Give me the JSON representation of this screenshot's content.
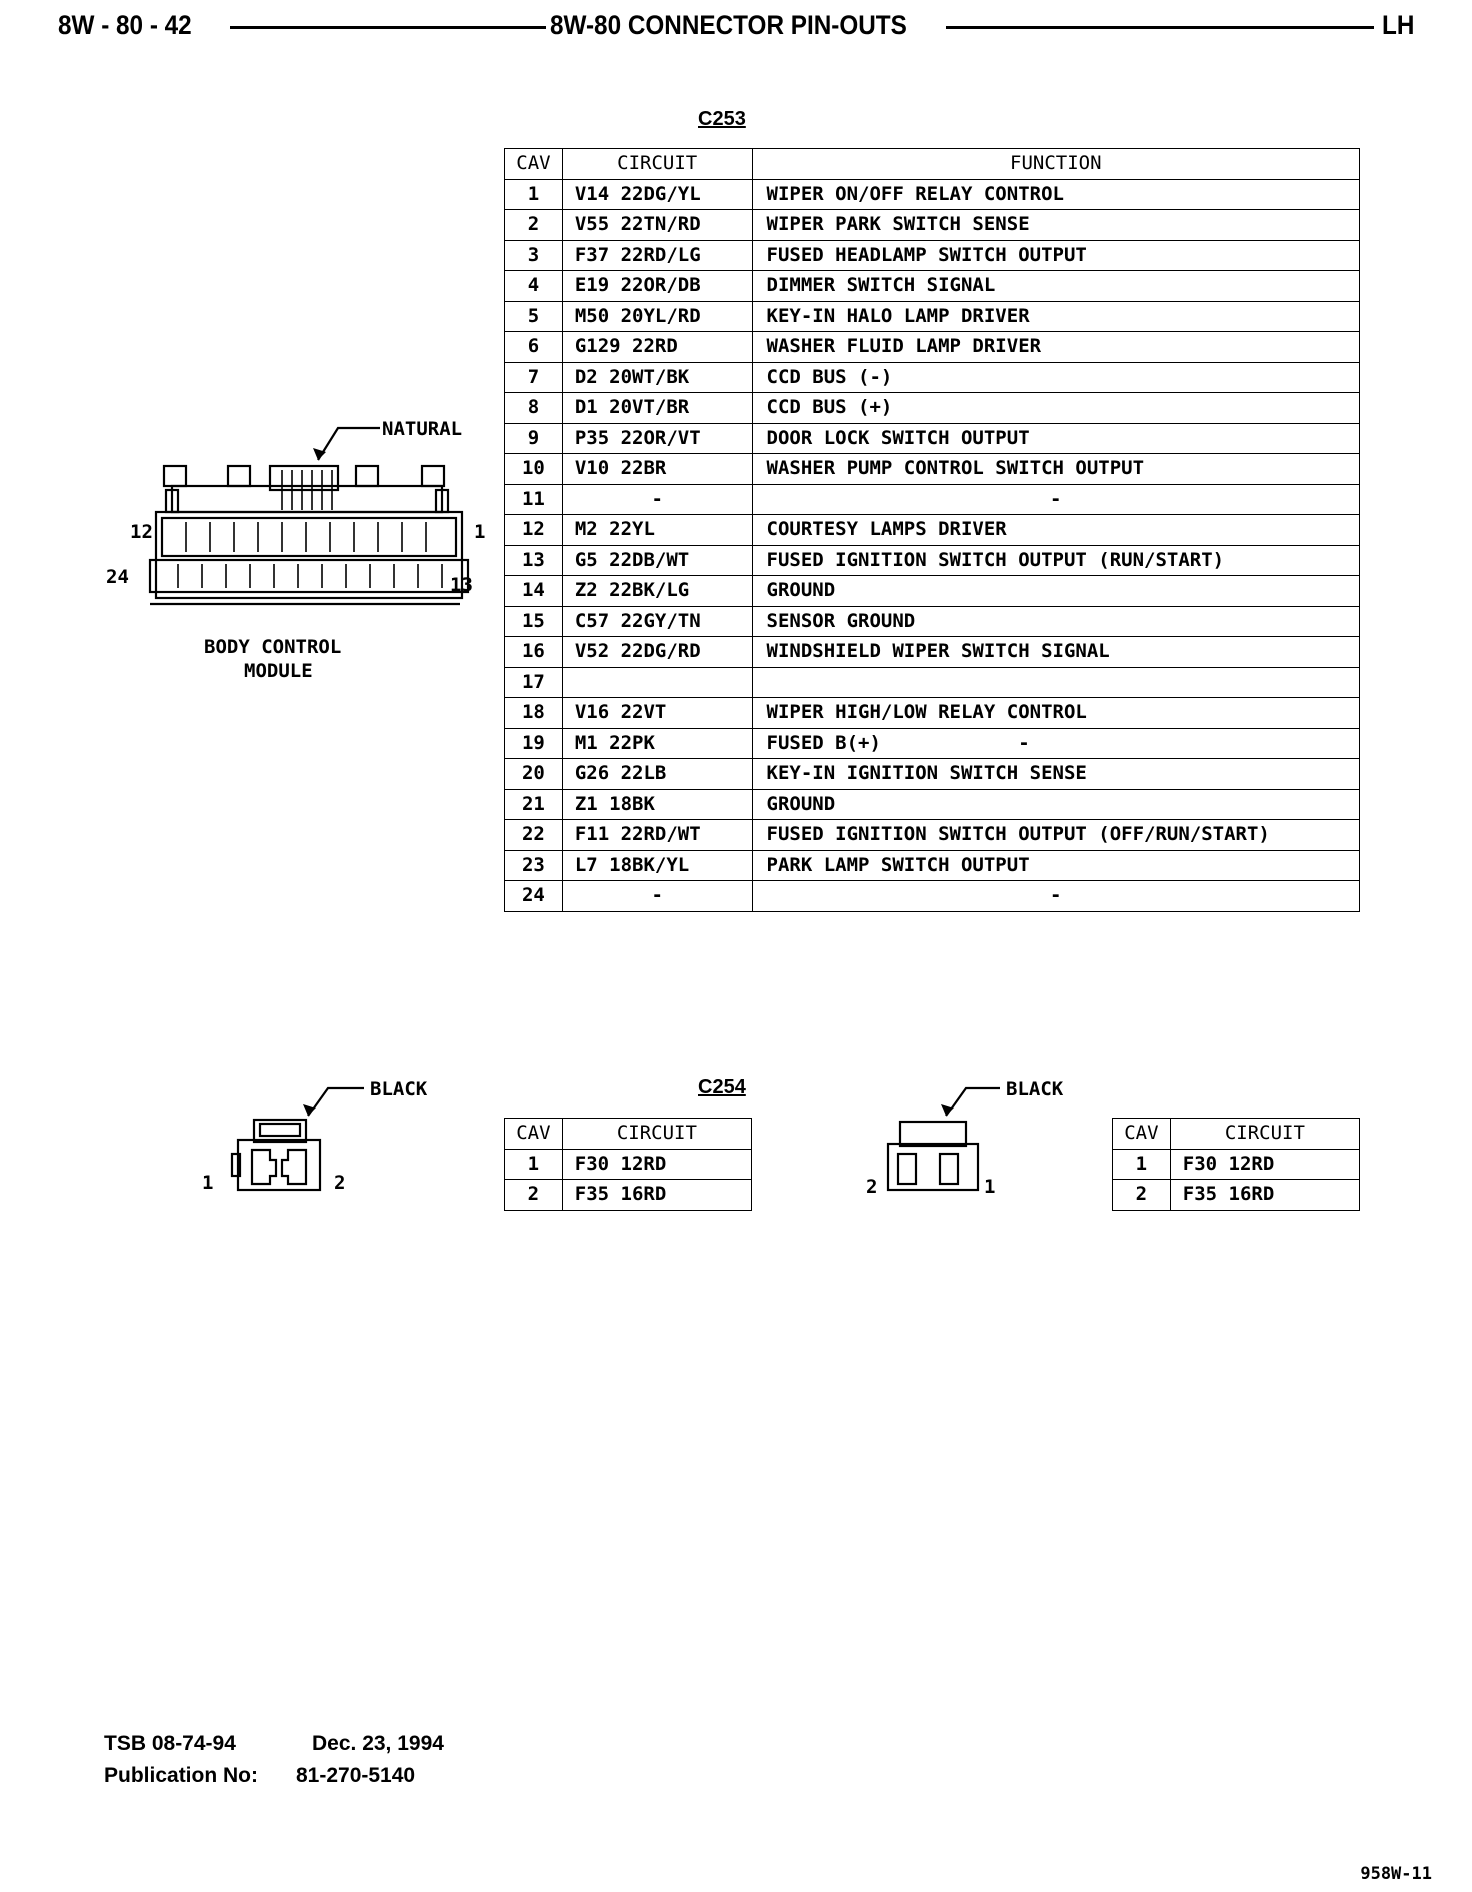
{
  "header": {
    "left": "8W - 80 - 42",
    "center": "8W-80 CONNECTOR PIN-OUTS",
    "right": "LH"
  },
  "c253": {
    "title": "C253",
    "columns": [
      "CAV",
      "CIRCUIT",
      "FUNCTION"
    ],
    "rows": [
      {
        "cav": "1",
        "circuit": "V14 22DG/YL",
        "function": "WIPER ON/OFF RELAY CONTROL"
      },
      {
        "cav": "2",
        "circuit": "V55 22TN/RD",
        "function": "WIPER PARK SWITCH SENSE"
      },
      {
        "cav": "3",
        "circuit": "F37 22RD/LG",
        "function": "FUSED HEADLAMP SWITCH OUTPUT"
      },
      {
        "cav": "4",
        "circuit": "E19 22OR/DB",
        "function": "DIMMER SWITCH SIGNAL"
      },
      {
        "cav": "5",
        "circuit": "M50 20YL/RD",
        "function": "KEY-IN HALO LAMP DRIVER"
      },
      {
        "cav": "6",
        "circuit": "G129 22RD",
        "function": "WASHER FLUID LAMP DRIVER"
      },
      {
        "cav": "7",
        "circuit": "D2 20WT/BK",
        "function": "CCD BUS (-)"
      },
      {
        "cav": "8",
        "circuit": "D1 20VT/BR",
        "function": "CCD BUS (+)"
      },
      {
        "cav": "9",
        "circuit": "P35 22OR/VT",
        "function": "DOOR LOCK SWITCH OUTPUT"
      },
      {
        "cav": "10",
        "circuit": "V10 22BR",
        "function": "WASHER PUMP CONTROL SWITCH OUTPUT"
      },
      {
        "cav": "11",
        "circuit": "-",
        "function": "-"
      },
      {
        "cav": "12",
        "circuit": "M2 22YL",
        "function": "COURTESY LAMPS DRIVER"
      },
      {
        "cav": "13",
        "circuit": "G5 22DB/WT",
        "function": "FUSED IGNITION SWITCH OUTPUT (RUN/START)"
      },
      {
        "cav": "14",
        "circuit": "Z2 22BK/LG",
        "function": "GROUND"
      },
      {
        "cav": "15",
        "circuit": "C57 22GY/TN",
        "function": "SENSOR GROUND"
      },
      {
        "cav": "16",
        "circuit": "V52 22DG/RD",
        "function": "WINDSHIELD WIPER SWITCH SIGNAL"
      },
      {
        "cav": "17",
        "circuit": "",
        "function": ""
      },
      {
        "cav": "18",
        "circuit": "V16 22VT",
        "function": "WIPER HIGH/LOW RELAY CONTROL"
      },
      {
        "cav": "19",
        "circuit": "M1 22PK",
        "function": "FUSED B(+)            -"
      },
      {
        "cav": "20",
        "circuit": "G26 22LB",
        "function": "KEY-IN IGNITION SWITCH SENSE"
      },
      {
        "cav": "21",
        "circuit": "Z1 18BK",
        "function": "GROUND"
      },
      {
        "cav": "22",
        "circuit": "F11 22RD/WT",
        "function": "FUSED IGNITION SWITCH OUTPUT (OFF/RUN/START)"
      },
      {
        "cav": "23",
        "circuit": "L7 18BK/YL",
        "function": "PARK LAMP SWITCH OUTPUT"
      },
      {
        "cav": "24",
        "circuit": "-",
        "function": "-"
      }
    ]
  },
  "bcm": {
    "natural_label": "NATURAL",
    "pin_12": "12",
    "pin_1": "1",
    "pin_24": "24",
    "pin_13": "13",
    "caption_line1": "BODY CONTROL",
    "caption_line2": "MODULE"
  },
  "c254": {
    "title": "C254",
    "left_connector": {
      "color_label": "BLACK",
      "pin_left": "1",
      "pin_right": "2"
    },
    "right_connector": {
      "color_label": "BLACK",
      "pin_left": "2",
      "pin_right": "1"
    },
    "columns": [
      "CAV",
      "CIRCUIT"
    ],
    "left_rows": [
      {
        "cav": "1",
        "circuit": "F30 12RD"
      },
      {
        "cav": "2",
        "circuit": "F35 16RD"
      }
    ],
    "right_rows": [
      {
        "cav": "1",
        "circuit": "F30 12RD"
      },
      {
        "cav": "2",
        "circuit": "F35 16RD"
      }
    ]
  },
  "footer": {
    "tsb": "TSB 08-74-94",
    "date": "Dec. 23, 1994",
    "pub_label": "Publication No:",
    "pub_no": "81-270-5140",
    "page_id": "958W-11"
  }
}
